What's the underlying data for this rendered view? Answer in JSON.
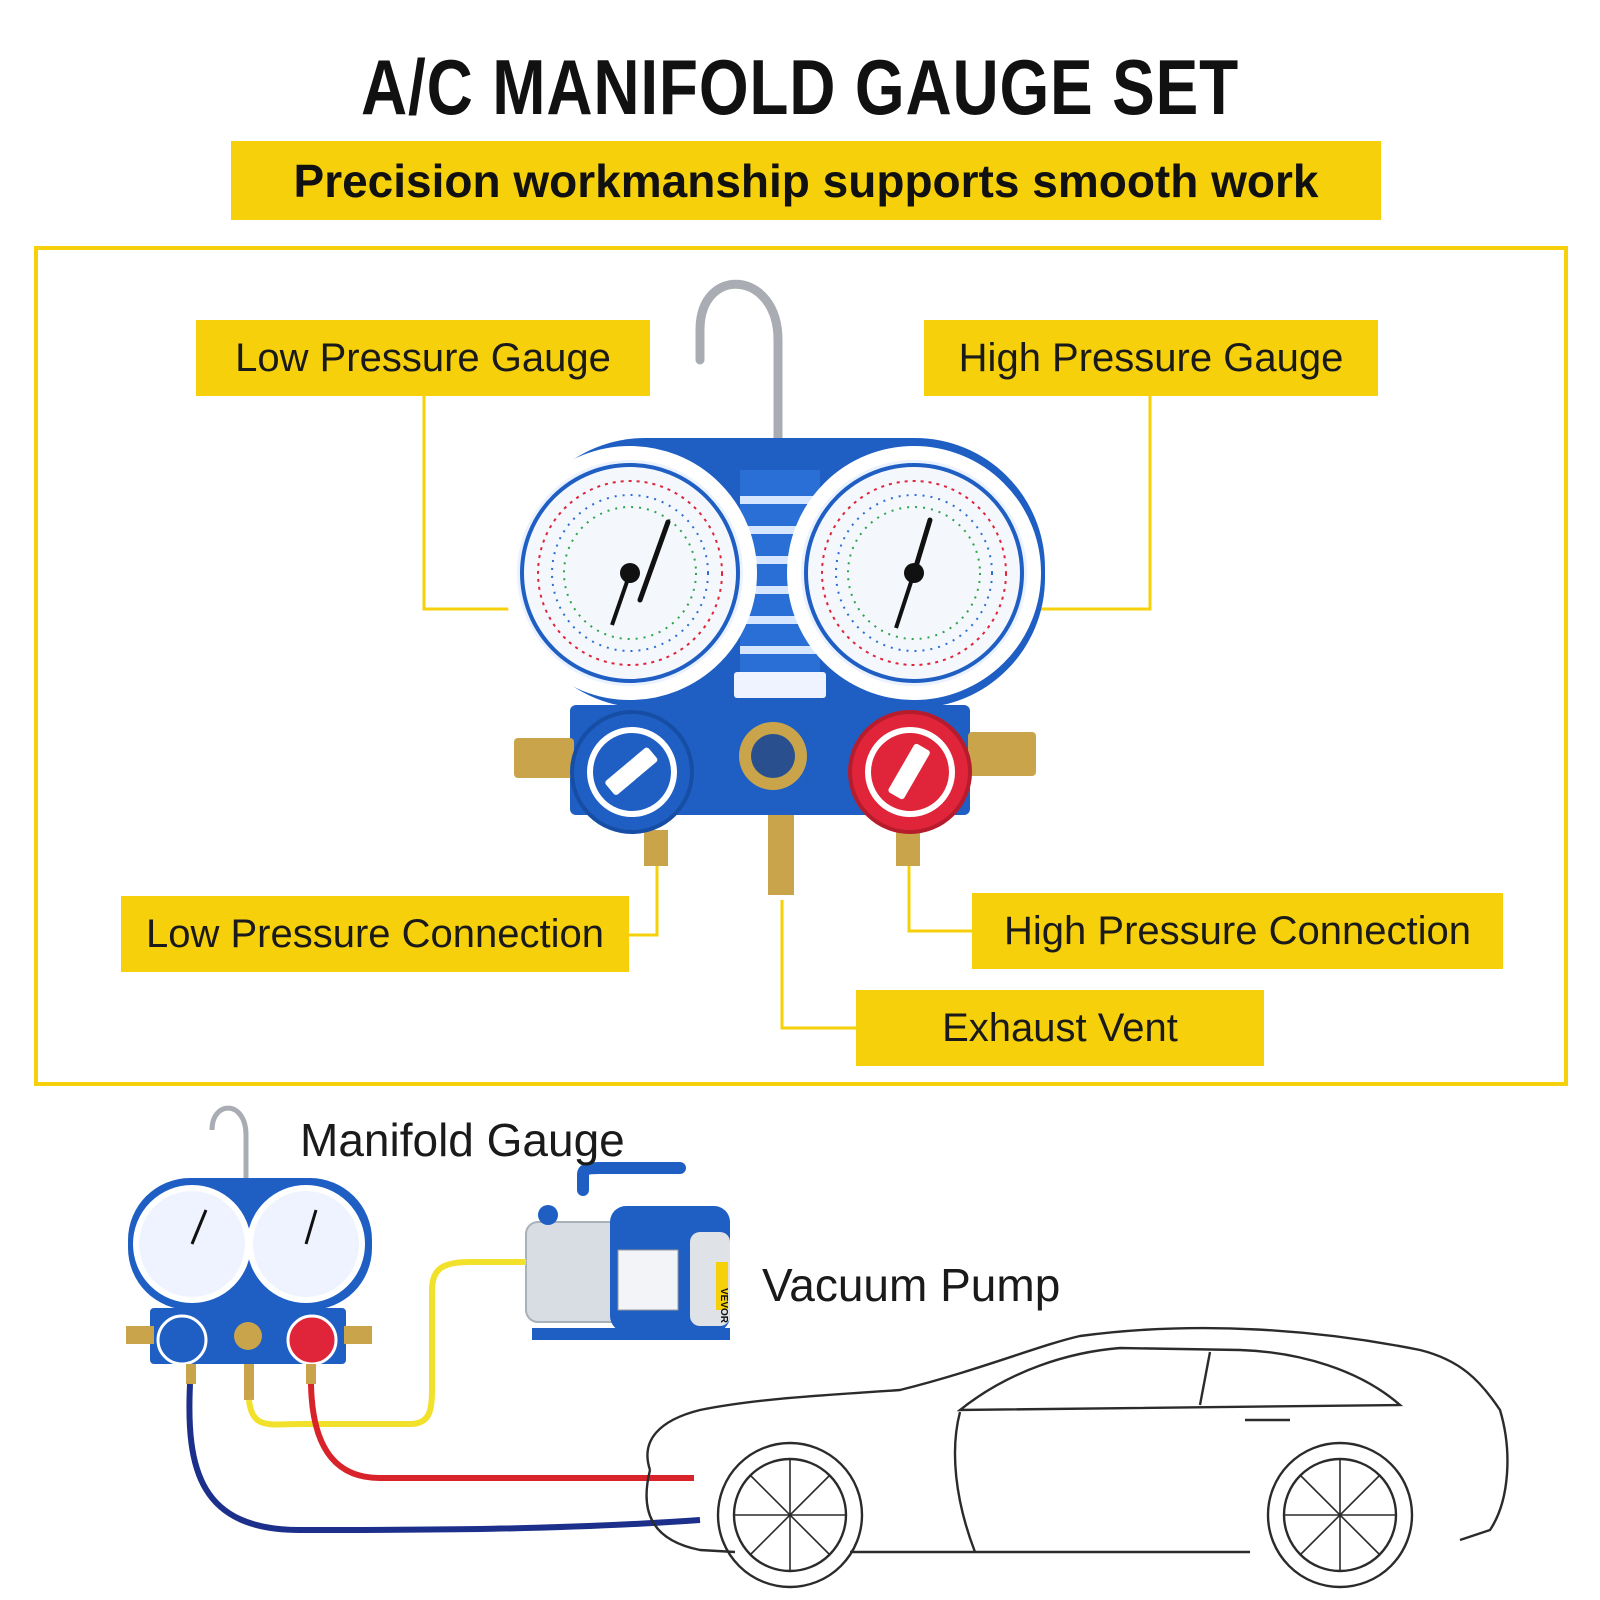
{
  "header": {
    "title": "A/C MANIFOLD GAUGE SET",
    "subtitle": "Precision workmanship supports smooth work"
  },
  "callouts": {
    "low_gauge": "Low Pressure Gauge",
    "high_gauge": "High Pressure Gauge",
    "low_connection": "Low Pressure Connection",
    "high_connection": "High Pressure Connection",
    "exhaust": "Exhaust Vent"
  },
  "diagram": {
    "manifold_label": "Manifold Gauge",
    "pump_label": "Vacuum Pump",
    "pump_brand": "VEVOR"
  },
  "colors": {
    "accent_yellow": "#f6d10b",
    "gauge_blue": "#1f5fc4",
    "valve_red": "#e0253a",
    "hose_yellow": "#f2e12a",
    "hose_red": "#d8232a",
    "hose_blue": "#1c2f8a",
    "brass": "#c9a44a"
  }
}
